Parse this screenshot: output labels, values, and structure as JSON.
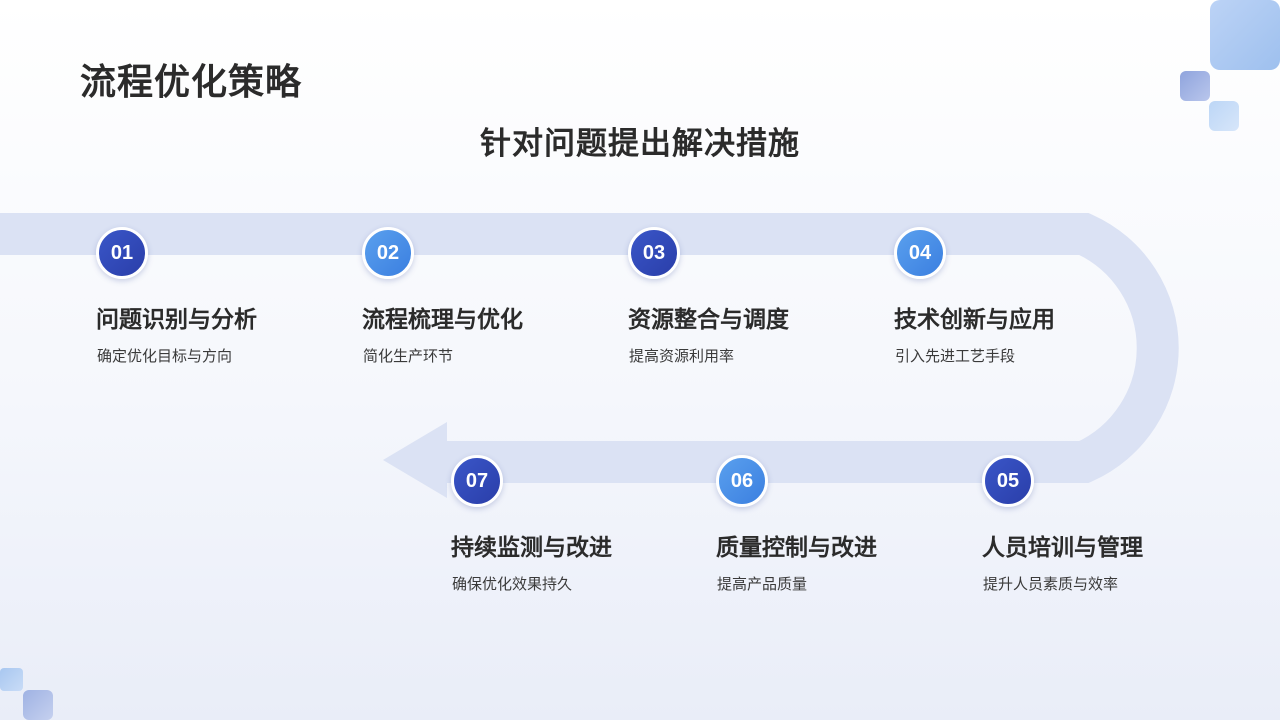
{
  "title": "流程优化策略",
  "subtitle": "针对问题提出解决措施",
  "colors": {
    "track": "#dbe2f4",
    "dark_badge": "#2f47b8",
    "light_badge": "#4a8fe8",
    "text": "#2b2b2b"
  },
  "steps": [
    {
      "num": "01",
      "title": "问题识别与分析",
      "desc": "确定优化目标与方向"
    },
    {
      "num": "02",
      "title": "流程梳理与优化",
      "desc": "简化生产环节"
    },
    {
      "num": "03",
      "title": "资源整合与调度",
      "desc": "提高资源利用率"
    },
    {
      "num": "04",
      "title": "技术创新与应用",
      "desc": "引入先进工艺手段"
    },
    {
      "num": "05",
      "title": "人员培训与管理",
      "desc": "提升人员素质与效率"
    },
    {
      "num": "06",
      "title": "质量控制与改进",
      "desc": "提高产品质量"
    },
    {
      "num": "07",
      "title": "持续监测与改进",
      "desc": "确保优化效果持久"
    }
  ]
}
